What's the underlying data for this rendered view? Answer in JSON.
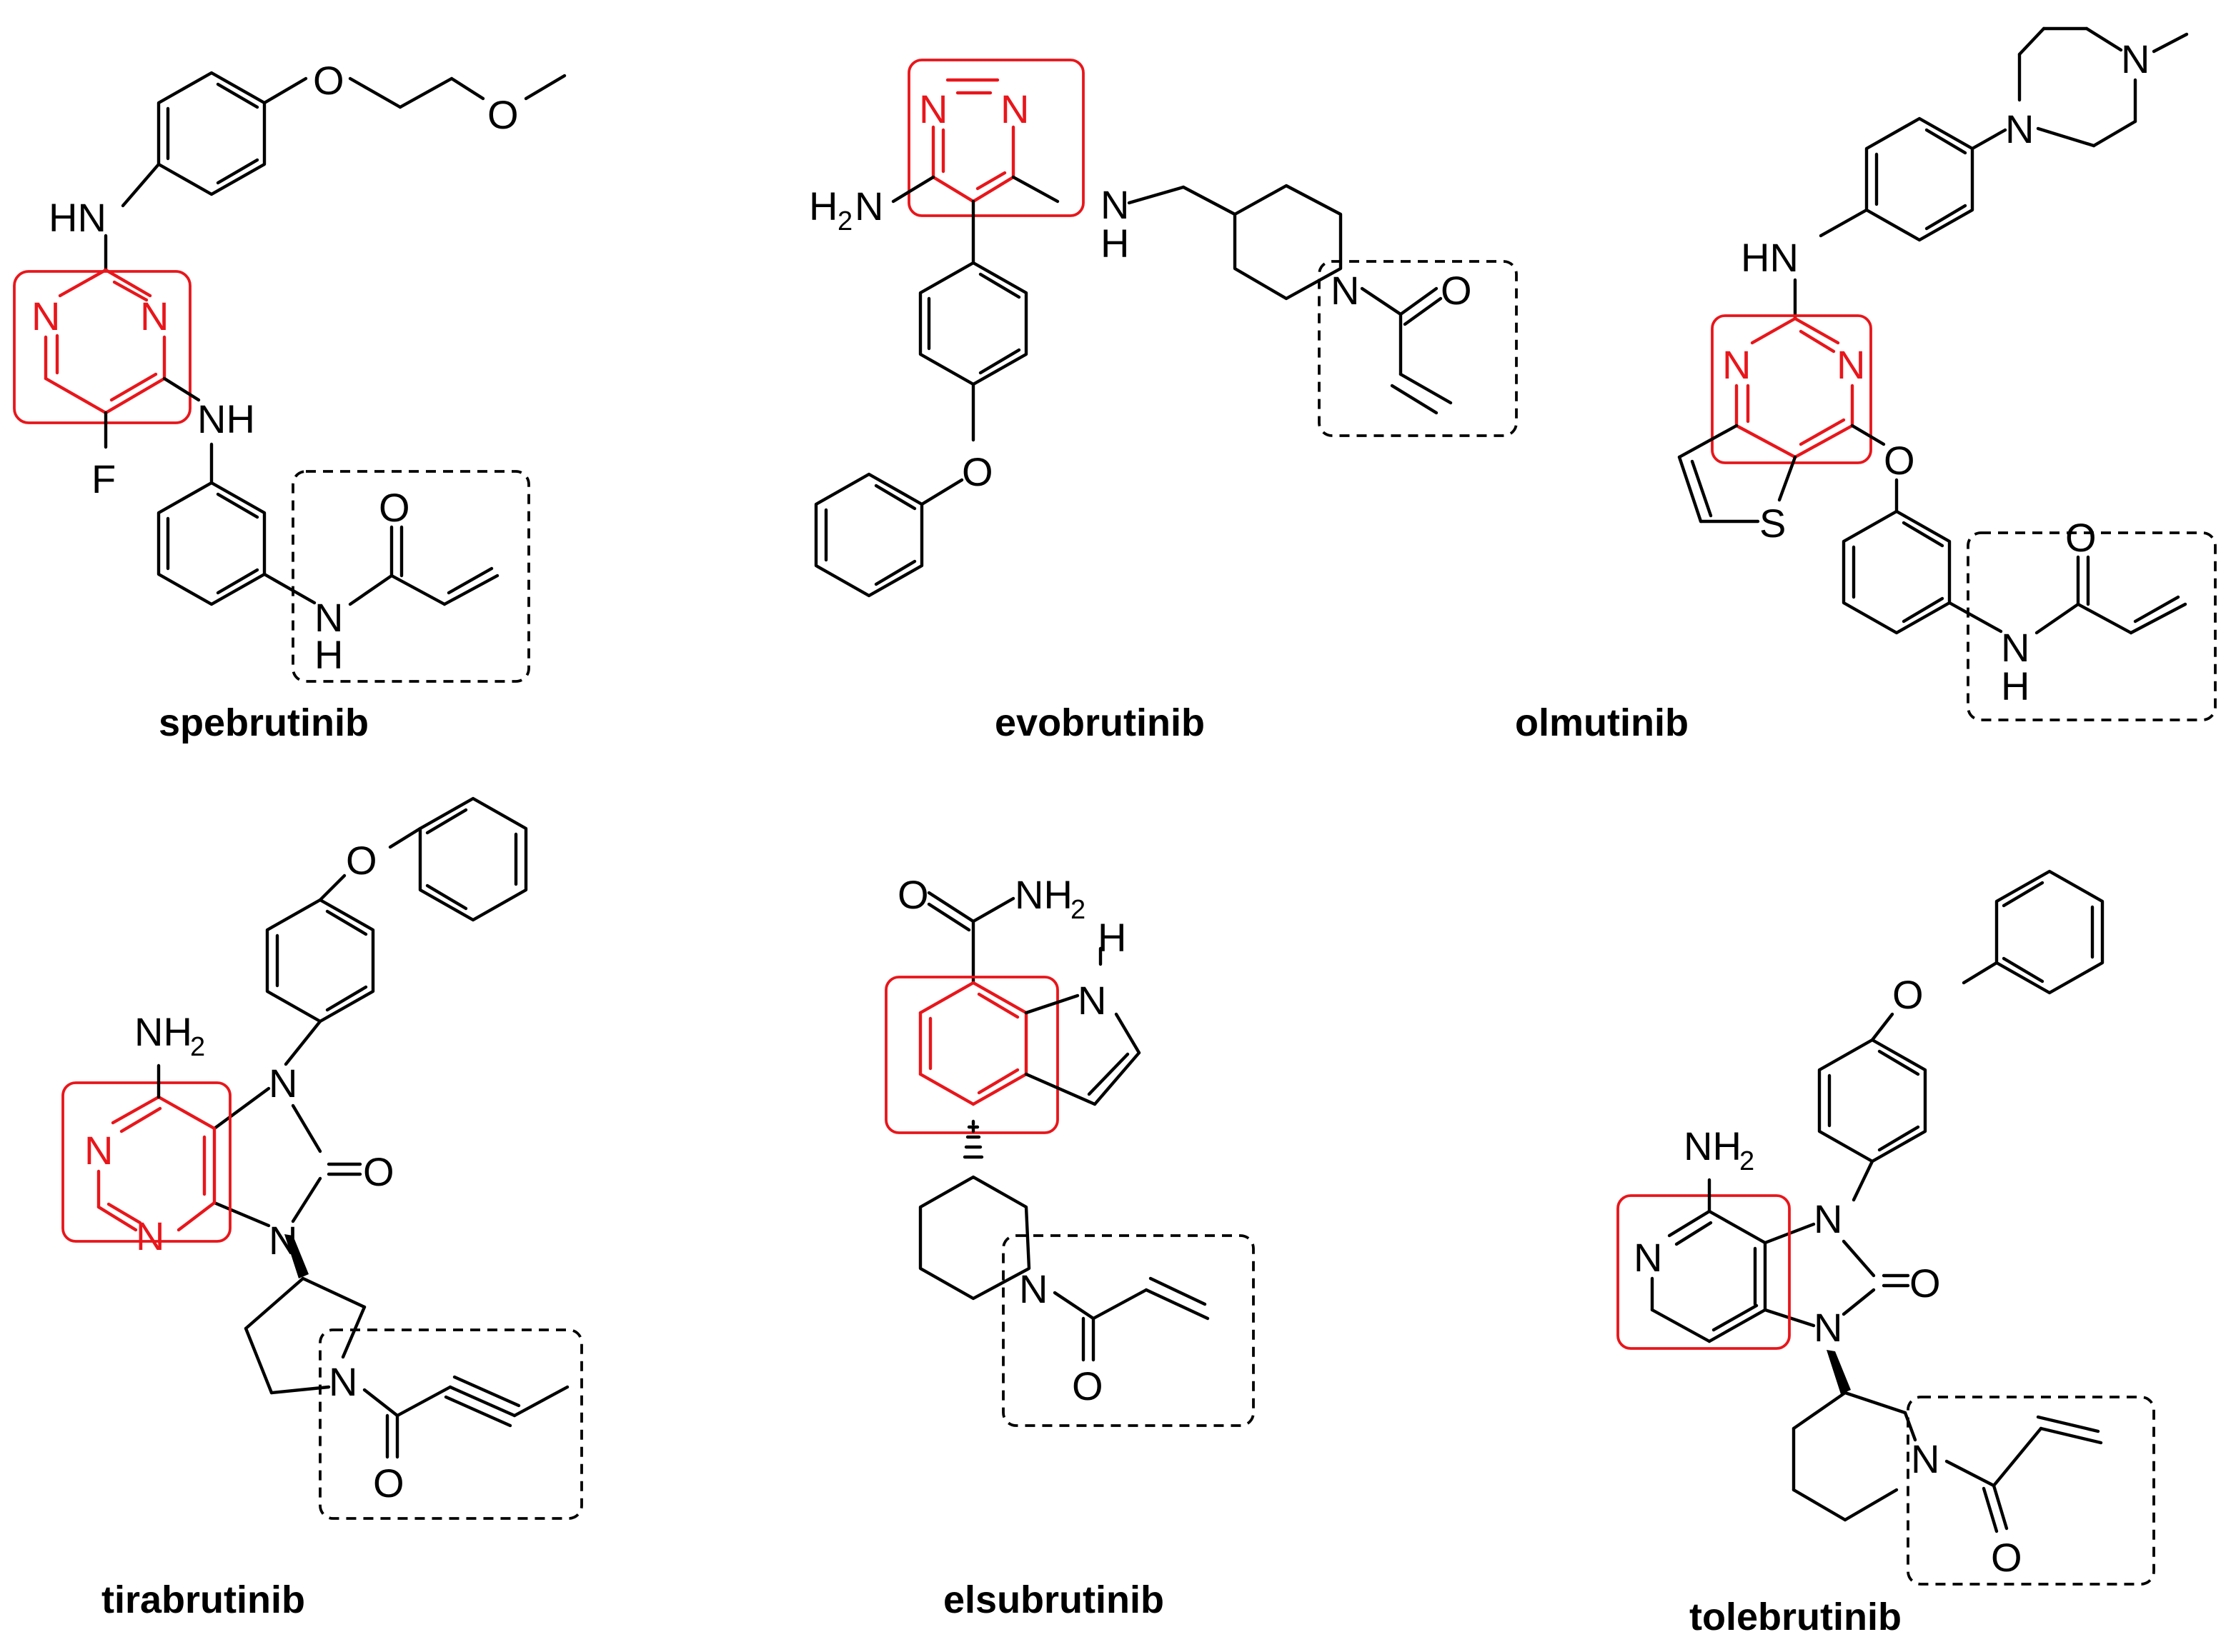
{
  "colors": {
    "highlight": "#e8161b",
    "ink": "#000000",
    "background": "#ffffff"
  },
  "compounds": [
    {
      "name": "spebrutinib",
      "atoms": {
        "nh_top": "HN",
        "n_left": "N",
        "n_right": "N",
        "nh_mid": "NH",
        "f": "F",
        "o_ether1": "O",
        "o_ether2": "O",
        "amide_n": "N",
        "amide_h": "H",
        "amide_o": "O"
      }
    },
    {
      "name": "evobrutinib",
      "atoms": {
        "nh2": "H",
        "nh2_sub": "2",
        "nh2_n": "N",
        "n_left": "N",
        "n_right": "N",
        "nh_link_n": "N",
        "nh_link_h": "H",
        "pip_n": "N",
        "carbonyl_o": "O",
        "ether_o": "O"
      }
    },
    {
      "name": "olmutinib",
      "atoms": {
        "piperazine_n1": "N",
        "piperazine_n2": "N",
        "hn": "HN",
        "n_left": "N",
        "n_right": "N",
        "ether_o": "O",
        "s": "S",
        "amide_n": "N",
        "amide_h": "H",
        "amide_o": "O"
      }
    },
    {
      "name": "tirabrutinib",
      "atoms": {
        "nh2": "NH",
        "nh2_sub": "2",
        "ether_o": "O",
        "n_pyr1": "N",
        "n_pyr2": "N",
        "n_im1": "N",
        "n_im2": "N",
        "carbonyl_o": "O",
        "pyrr_n": "N",
        "amide_o": "O"
      }
    },
    {
      "name": "elsubrutinib",
      "atoms": {
        "amide_o": "O",
        "nh2": "NH",
        "nh2_sub": "2",
        "indole_n": "N",
        "indole_h": "H",
        "pip_n": "N",
        "acyl_o": "O"
      }
    },
    {
      "name": "tolebrutinib",
      "atoms": {
        "nh2": "NH",
        "nh2_sub": "2",
        "ether_o": "O",
        "n_pyr": "N",
        "n_im1": "N",
        "n_im2": "N",
        "carbonyl_o": "O",
        "pip_n": "N",
        "acyl_o": "O"
      }
    }
  ]
}
